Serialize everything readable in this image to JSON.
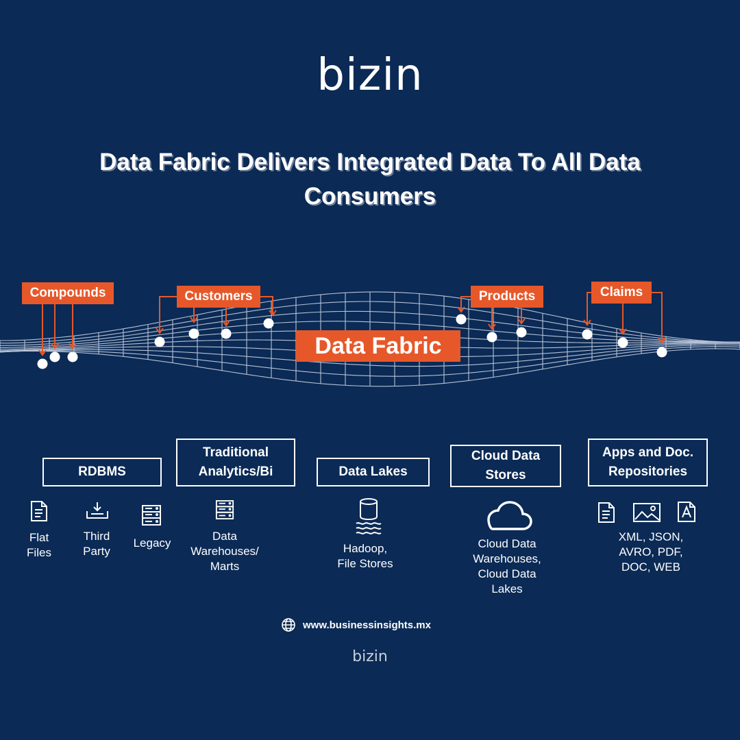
{
  "brand": {
    "logo_text": "bizin",
    "footer_logo_text": "bizin"
  },
  "title": "Data Fabric Delivers Integrated Data To All Data Consumers",
  "fabric": {
    "center_label": "Data Fabric",
    "tags": [
      "Compounds",
      "Customers",
      "Products",
      "Claims"
    ]
  },
  "categories": [
    {
      "label": "RDBMS",
      "sources": [
        {
          "icon": "document-icon",
          "label": "Flat\nFiles"
        },
        {
          "icon": "download-tray-icon",
          "label": "Third\nParty"
        },
        {
          "icon": "server-icon",
          "label": "Legacy"
        }
      ]
    },
    {
      "label": "Traditional\nAnalytics/Bi",
      "sources": [
        {
          "icon": "server-icon",
          "label": "Data\nWarehouses/\nMarts"
        }
      ]
    },
    {
      "label": "Data Lakes",
      "sources": [
        {
          "icon": "database-icon",
          "label": "Hadoop,\nFile Stores"
        }
      ]
    },
    {
      "label": "Cloud Data\nStores",
      "sources": [
        {
          "icon": "cloud-icon",
          "label": "Cloud Data\nWarehouses,\nCloud Data\nLakes"
        }
      ]
    },
    {
      "label": "Apps and Doc.\nRepositories",
      "sources": [
        {
          "icon": "document-icon",
          "label": ""
        },
        {
          "icon": "image-icon",
          "label": ""
        },
        {
          "icon": "text-document-icon",
          "label": ""
        }
      ],
      "sources_label": "XML, JSON,\nAVRO, PDF,\nDOC, WEB"
    }
  ],
  "footer": {
    "url": "www.businessinsights.mx",
    "url_icon": "globe-icon"
  },
  "colors": {
    "background": "#0b2a55",
    "accent": "#e6582a",
    "grid": "#c9d3e3"
  }
}
